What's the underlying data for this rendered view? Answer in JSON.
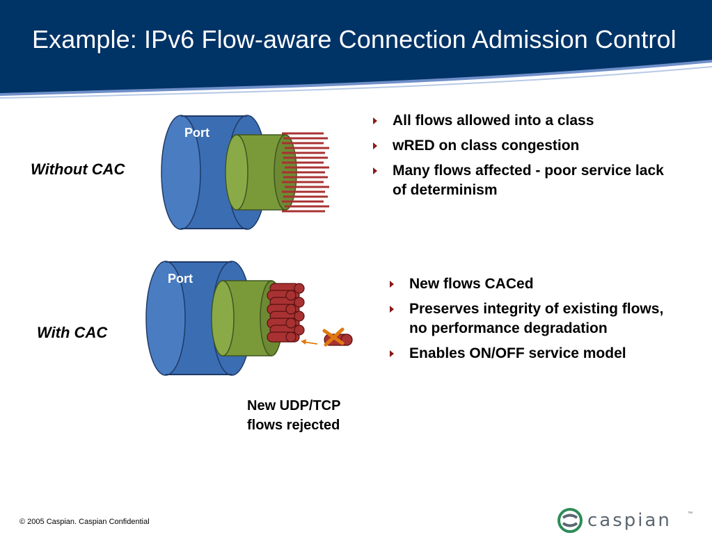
{
  "slide": {
    "title": "Example: IPv6 Flow-aware Connection Admission Control",
    "colors": {
      "header": "#003366",
      "accent_line": "#6f8fc9",
      "bullet_arrow": "#8b1a1a",
      "port_blue": "#3b6db3",
      "pipe_green": "#7a9a3a",
      "flow_red": "#a83232",
      "reject_orange": "#e07a10"
    }
  },
  "without_cac": {
    "label": "Without CAC",
    "port_label": "Port",
    "bullets": [
      "All flows allowed into a class",
      "wRED on class congestion",
      "Many flows affected - poor service lack of determinism"
    ]
  },
  "with_cac": {
    "label": "With CAC",
    "port_label": "Port",
    "bullets": [
      "New flows CACed",
      "Preserves integrity of existing flows, no performance degradation",
      "Enables ON/OFF service model"
    ],
    "caption_line1": "New UDP/TCP",
    "caption_line2": "flows rejected"
  },
  "footer": {
    "copyright": "© 2005 Caspian. Caspian Confidential"
  },
  "logo": {
    "text": "caspian",
    "icon": "caspian-swirl-icon",
    "tm": "™"
  }
}
